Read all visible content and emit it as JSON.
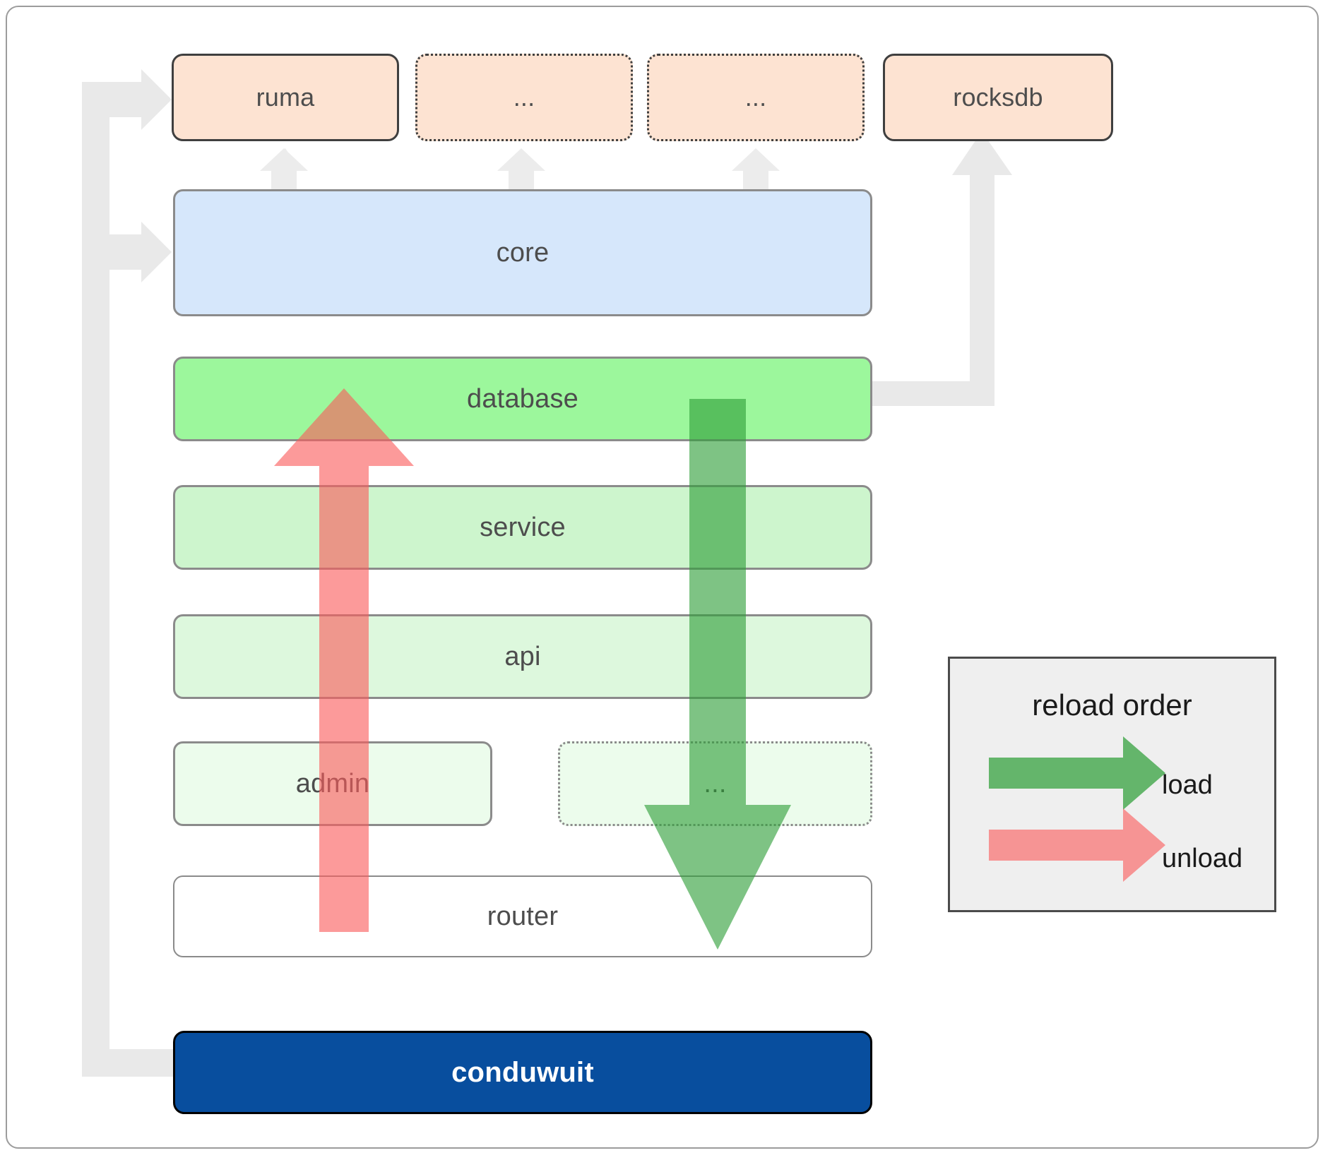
{
  "diagram": {
    "title": "conduwuit crate architecture / reload order",
    "dependencies": [
      {
        "label": "ruma",
        "style": "solid"
      },
      {
        "label": "...",
        "style": "dotted"
      },
      {
        "label": "...",
        "style": "dotted"
      },
      {
        "label": "rocksdb",
        "style": "solid"
      }
    ],
    "core": {
      "label": "core"
    },
    "layers": [
      {
        "label": "database",
        "style": "solid"
      },
      {
        "label": "service",
        "style": "solid"
      },
      {
        "label": "api",
        "style": "solid"
      }
    ],
    "bottom_layers": [
      {
        "label": "admin",
        "style": "solid"
      },
      {
        "label": "...",
        "style": "dotted"
      }
    ],
    "router": {
      "label": "router"
    },
    "root": {
      "label": "conduwuit"
    }
  },
  "legend": {
    "title": "reload order",
    "items": [
      {
        "label": "load",
        "color": "#4caf50"
      },
      {
        "label": "unload",
        "color": "#f97b7b"
      }
    ]
  },
  "colors": {
    "dependency_fill": "#fde3d2",
    "core_fill": "#d6e7fb",
    "database_fill": "#9cf79c",
    "service_fill": "#cdf5cd",
    "api_fill": "#ddf8dd",
    "admin_fill": "#ecfcec",
    "router_fill": "#ffffff",
    "root_fill": "#084e9e",
    "load_arrow": "#4caf50",
    "unload_arrow": "#f97b7b",
    "connector": "#e9e9e9",
    "frame_border": "#9c9c9c",
    "legend_bg": "#efefef"
  }
}
